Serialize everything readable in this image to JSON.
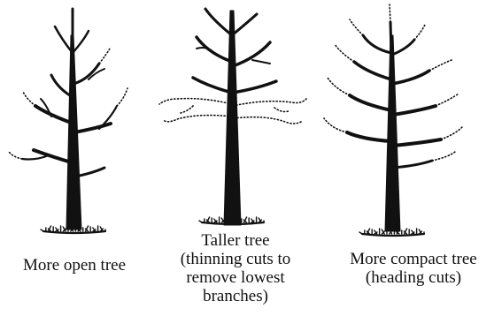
{
  "figure": {
    "ink_color": "#111111",
    "removed_growth_style": "dotted",
    "trees": [
      {
        "id": "open",
        "caption": "More open tree"
      },
      {
        "id": "taller",
        "caption": "Taller tree\n(thinning cuts to\nremove lowest\nbranches)"
      },
      {
        "id": "compact",
        "caption": "More compact tree\n(heading cuts)"
      }
    ]
  }
}
